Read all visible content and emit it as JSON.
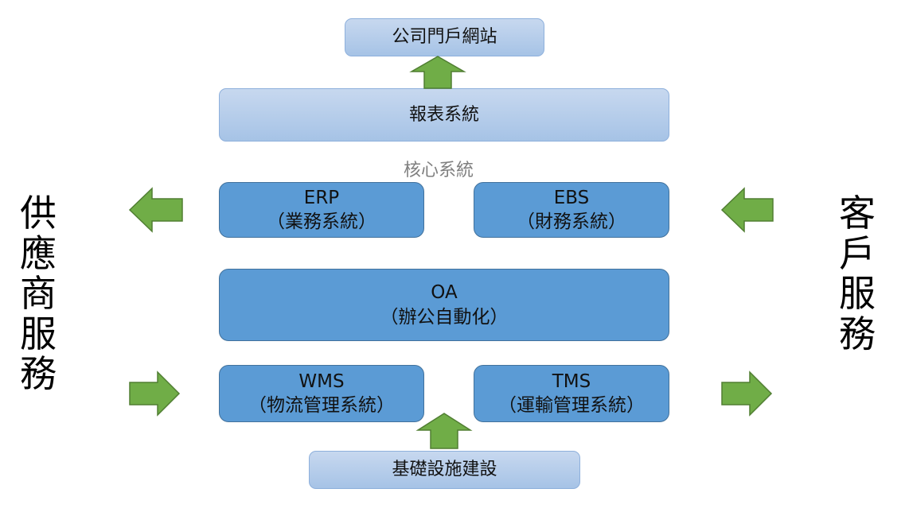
{
  "portal": "公司門戶網站",
  "report": "報表系統",
  "core_label": "核心系統",
  "erp": {
    "title": "ERP",
    "subtitle": "（業務系統）"
  },
  "ebs": {
    "title": "EBS",
    "subtitle": "（財務系統）"
  },
  "oa": {
    "title": "OA",
    "subtitle": "（辦公自動化）"
  },
  "wms": {
    "title": "WMS",
    "subtitle": "（物流管理系統）"
  },
  "tms": {
    "title": "TMS",
    "subtitle": "（運輸管理系統）"
  },
  "infrastructure": "基礎設施建設",
  "supplier_service": "供應商服務",
  "customer_service": "客戶服務",
  "colors": {
    "arrow_fill": "#70ad47",
    "arrow_stroke": "#507e32",
    "core_fill": "#5b9bd5",
    "light_fill": "#a6c3e6"
  }
}
